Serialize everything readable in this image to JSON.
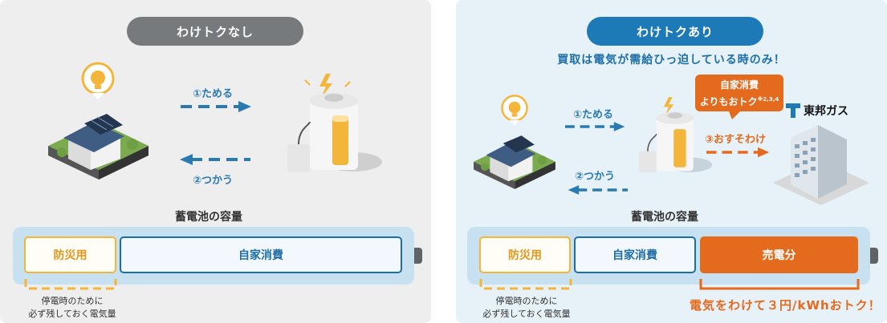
{
  "left_panel": {
    "pill_label": "わけトクなし",
    "arrow_store": "①ためる",
    "arrow_use": "②つかう",
    "capacity_title": "蓄電池の容量",
    "segments": {
      "bousai": "防災用",
      "self_use": "自家消費"
    },
    "note_line1": "停電時のために",
    "note_line2": "必ず残しておく電気量"
  },
  "right_panel": {
    "pill_label": "わけトクあり",
    "headline": "買取は電気が需給ひっ迫している時のみ！",
    "arrow_store": "①ためる",
    "arrow_use": "②つかう",
    "arrow_split": "③おすそわけ",
    "bubble_line1": "自家消費",
    "bubble_line2": "よりもおトク",
    "bubble_note": "※2,3,4",
    "brand_name": "東邦ガス",
    "capacity_title": "蓄電池の容量",
    "segments": {
      "bousai": "防災用",
      "self_use": "自家消費",
      "sell": "売電分"
    },
    "note_line1": "停電時のために",
    "note_line2": "必ず残しておく電気量",
    "benefit": "電気をわけて３円/kWhおトク！"
  },
  "colors": {
    "gray_pill": "#777a7d",
    "blue_pill": "#1e7ab7",
    "orange": "#e46a1e",
    "yellow": "#f3b53a",
    "navy": "#1e6ea6"
  },
  "icons": [
    "bulb-icon",
    "house-solar-icon",
    "battery-tank-icon",
    "lightning-icon",
    "toho-logo-icon",
    "building-icon"
  ]
}
